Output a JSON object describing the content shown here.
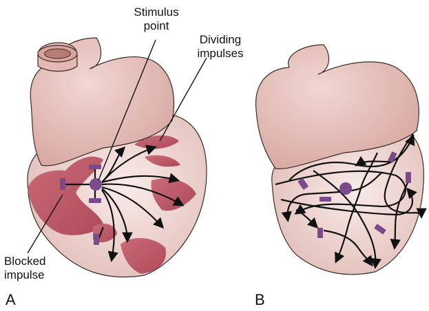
{
  "labels": {
    "stimulus_point": [
      "Stimulus",
      "point"
    ],
    "dividing_impulses": [
      "Dividing",
      "impulses"
    ],
    "blocked_impulse": [
      "Blocked",
      "impulse"
    ]
  },
  "panels": {
    "a": "A",
    "b": "B"
  },
  "colors": {
    "heart_fill": "#e8c4bf",
    "heart_stroke": "#3a2a28",
    "ventricle_fill": "#f2dedb",
    "damaged_tissue": "#c25c6a",
    "block_marker": "#7b4a8b",
    "impulse_line": "#111111"
  },
  "icons": [
    "heart-illustration",
    "stimulus-point-dot",
    "block-marker",
    "impulse-arrow"
  ]
}
